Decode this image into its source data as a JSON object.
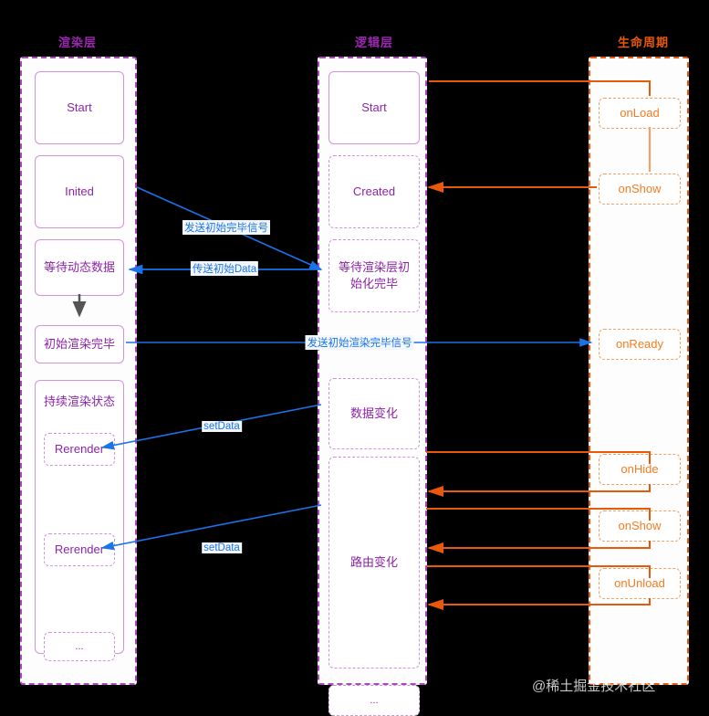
{
  "columns": [
    {
      "id": "render",
      "title": "渲染层",
      "color": "#9c27b0"
    },
    {
      "id": "logic",
      "title": "逻辑层",
      "color": "#9c27b0"
    },
    {
      "id": "life",
      "title": "生命周期",
      "color": "#e8590c"
    }
  ],
  "render_layer": {
    "title": "渲染层",
    "nodes": {
      "start": "Start",
      "inited": "Inited",
      "wait_data": "等待动态数据",
      "init_render_done": "初始渲染完毕",
      "persist_state": "持续渲染状态",
      "rerender_1": "Rerender",
      "rerender_2": "Rerender",
      "ellipsis": "..."
    }
  },
  "logic_layer": {
    "title": "逻辑层",
    "nodes": {
      "start": "Start",
      "created": "Created",
      "wait_render_init": "等待渲染层初\n始化完毕",
      "wait_render_init_line1": "等待渲染层初",
      "wait_render_init_line2": "始化完毕",
      "data_change": "数据变化",
      "route_change": "路由变化",
      "ellipsis": "..."
    }
  },
  "lifecycle_layer": {
    "title": "生命周期",
    "nodes": {
      "on_load": "onLoad",
      "on_show_1": "onShow",
      "on_ready": "onReady",
      "on_hide": "onHide",
      "on_show_2": "onShow",
      "on_unload": "onUnload"
    }
  },
  "edges": {
    "init_done_signal": "发送初始完毕信号",
    "send_init_data": "传送初始Data",
    "init_render_done_signal": "发送初始渲染完毕信号",
    "set_data_1": "setData",
    "set_data_2": "setData"
  },
  "colors": {
    "purple": "#9c27b0",
    "purple_light": "#ce93d8",
    "orange": "#e8590c",
    "orange_light": "#f0a060",
    "blue": "#1a73e8",
    "background": "#000000",
    "panel": "#fdfdfd"
  },
  "watermark": "@稀土掘金技术社区"
}
